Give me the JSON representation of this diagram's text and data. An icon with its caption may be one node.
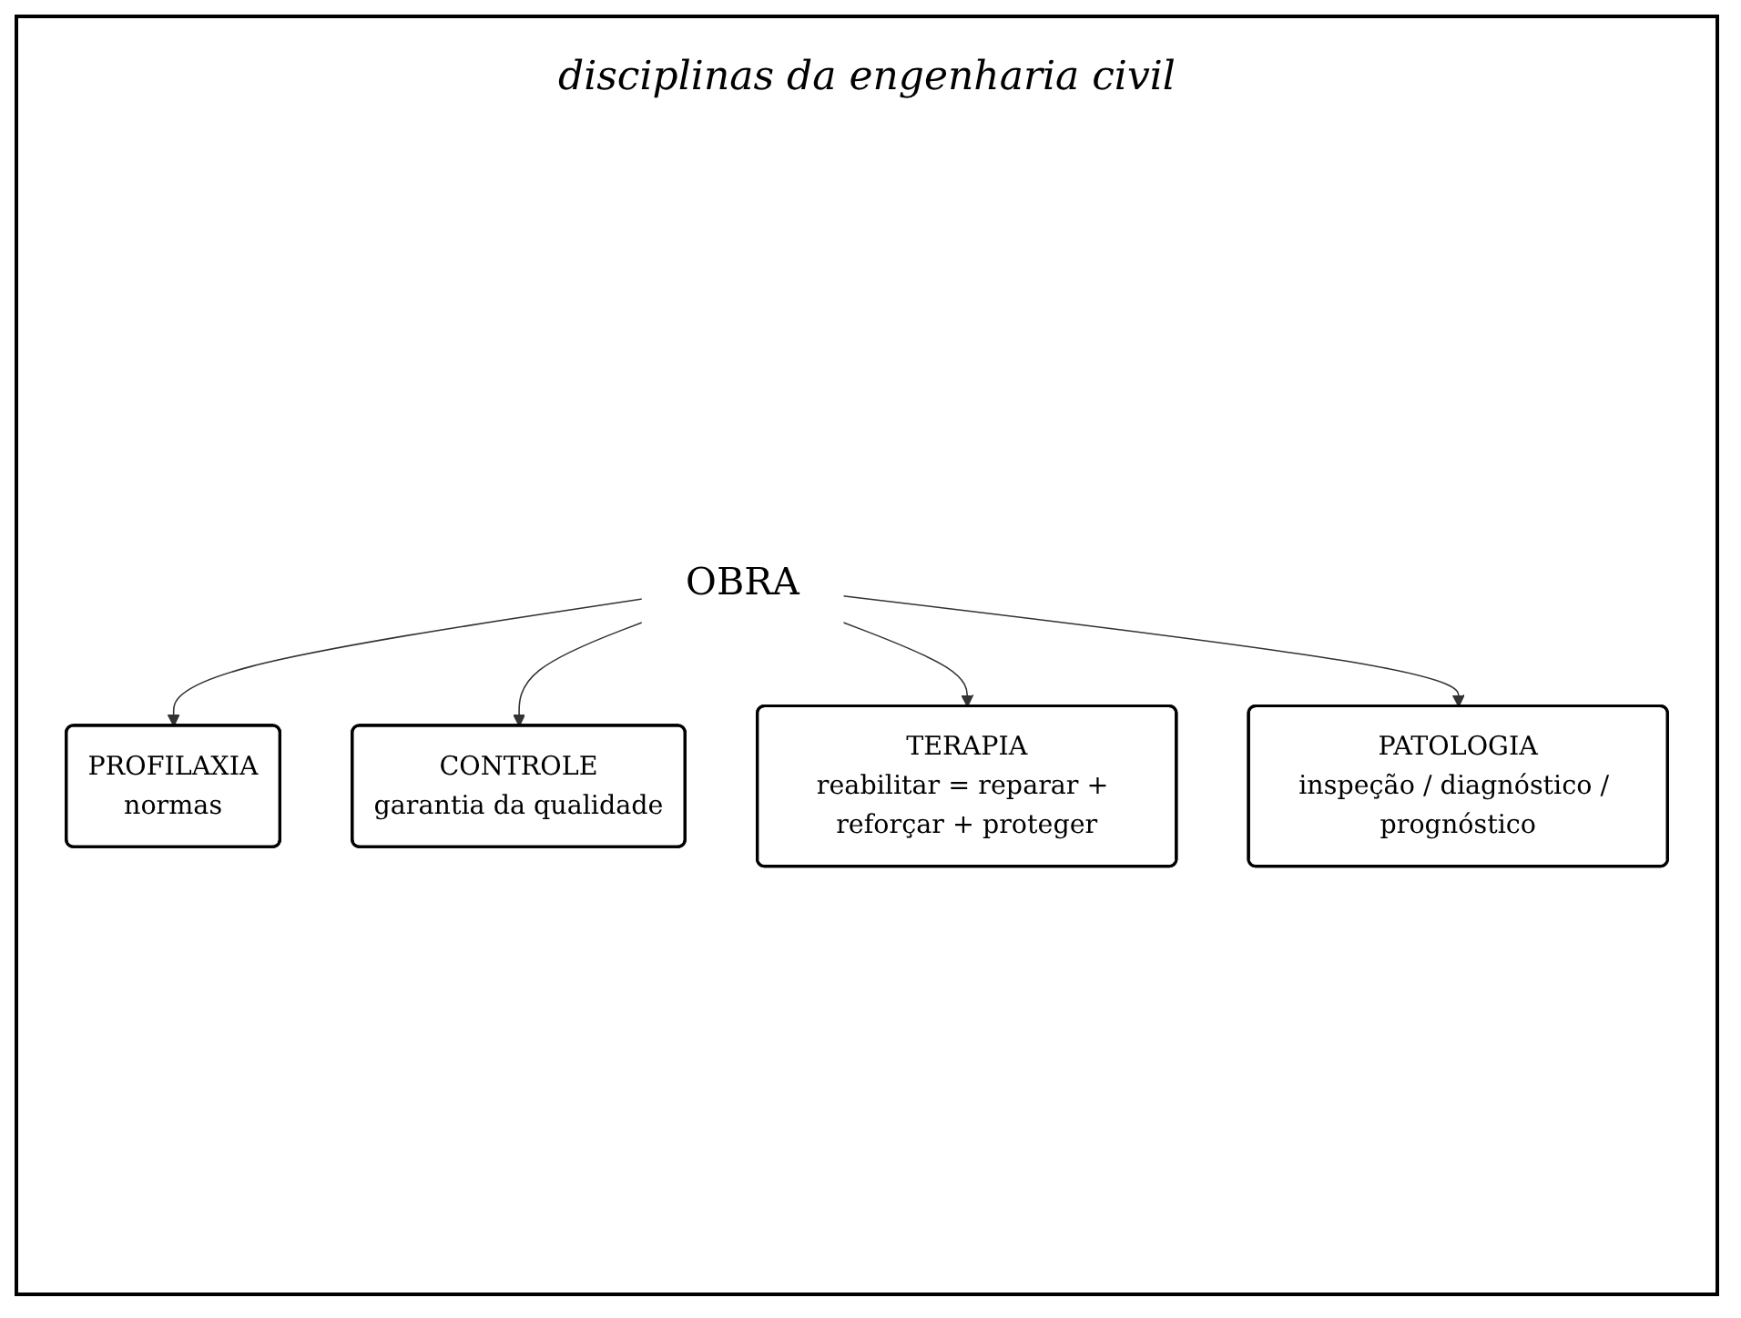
{
  "diagram": {
    "title": "disciplinas da engenharia civil",
    "nodes": [
      {
        "text": [
          "OBRA"
        ]
      },
      {
        "text": [
          "PROFILAXIA",
          "normas"
        ]
      },
      {
        "text": [
          "CONTROLE",
          "garantia da qualidade"
        ]
      },
      {
        "text": [
          "TERAPIA",
          "reabilitar = reparar + reforçar + proteger"
        ]
      },
      {
        "text": [
          "PATOLOGIA",
          "inspeção / diagnóstico / prognóstico"
        ]
      }
    ],
    "edges": [
      {
        "from": 0,
        "to": 1,
        "arrow": "to"
      },
      {
        "from": 0,
        "to": 2,
        "arrow": "to"
      },
      {
        "from": 0,
        "to": 3,
        "arrow": "to"
      },
      {
        "from": 0,
        "to": 4,
        "arrow": "to"
      }
    ]
  }
}
